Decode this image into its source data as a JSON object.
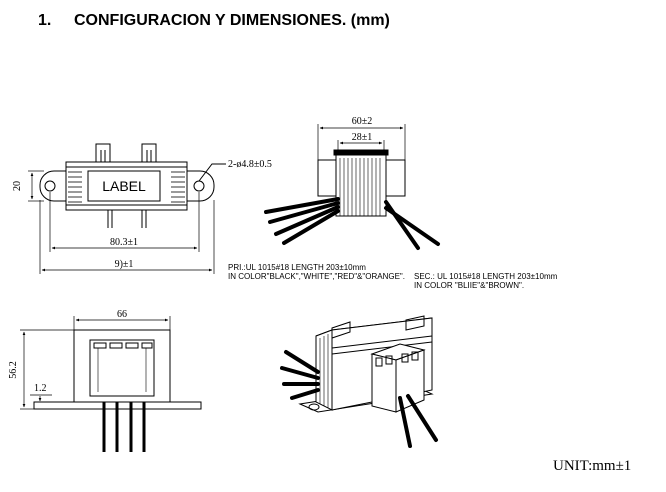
{
  "section": {
    "number": "1.",
    "title": "CONFIGURACION Y DIMENSIONES. (mm)"
  },
  "front_view": {
    "label": "LABEL",
    "hole_note": "2-ø4.8±0.5",
    "height": "20",
    "hole_spacing": "80.3±1",
    "overall_length": "9)±1"
  },
  "side_view": {
    "outer_width": "60±2",
    "inner_width": "28±1"
  },
  "wire_notes": {
    "primary_line1": "PRI.:UL 1015#18 LENGTH 203±10mm",
    "primary_line2": "IN COLOR\"BLACK\",\"WHITE\",\"RED\"&\"ORANGE\".",
    "secondary_line1": "SEC.: UL 1015#18 LENGTH 203±10mm",
    "secondary_line2": "IN COLOR \"BLIIE\"&\"BROWN\"."
  },
  "bottom_view": {
    "width": "66",
    "height": "56.2",
    "plate_thickness": "1.2"
  },
  "unit": "UNIT:mm±1"
}
